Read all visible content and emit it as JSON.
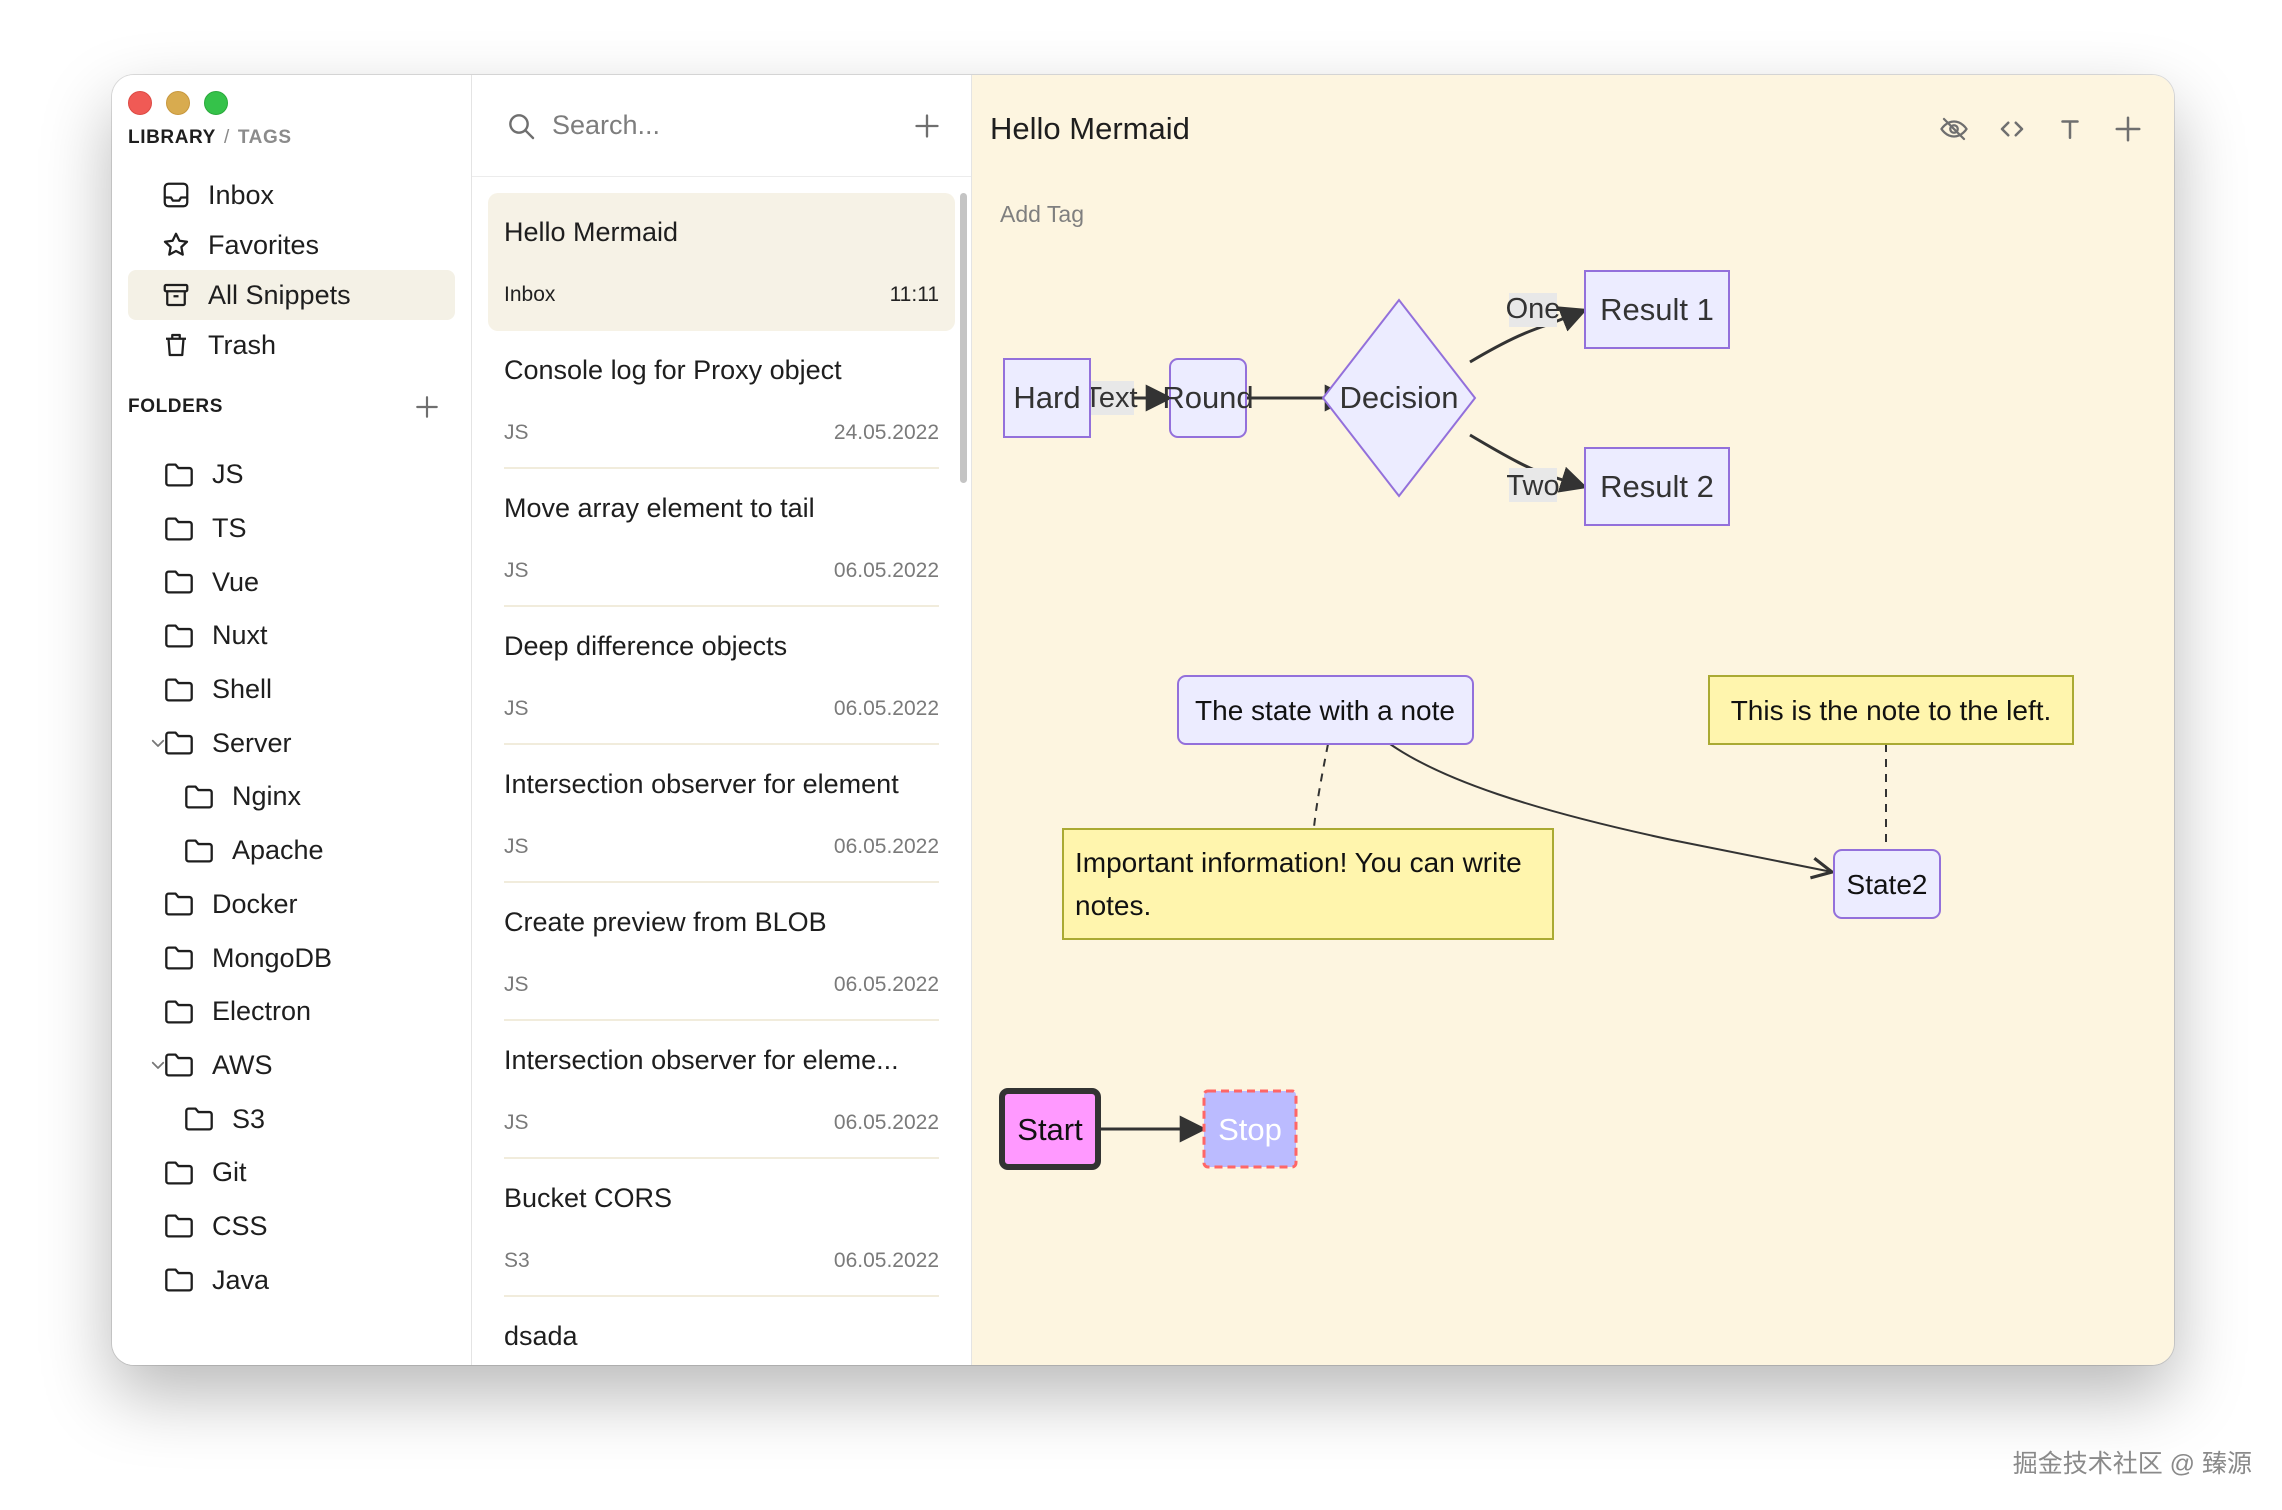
{
  "sidebar": {
    "tabs": {
      "library": "LIBRARY",
      "separator": "/",
      "tags": "TAGS"
    },
    "nav": [
      {
        "label": "Inbox",
        "icon": "inbox-icon"
      },
      {
        "label": "Favorites",
        "icon": "star-icon"
      },
      {
        "label": "All Snippets",
        "icon": "archive-icon",
        "active": true
      },
      {
        "label": "Trash",
        "icon": "trash-icon"
      }
    ],
    "folders_label": "FOLDERS",
    "folders": [
      {
        "label": "JS",
        "level": 0
      },
      {
        "label": "TS",
        "level": 0
      },
      {
        "label": "Vue",
        "level": 0
      },
      {
        "label": "Nuxt",
        "level": 0
      },
      {
        "label": "Shell",
        "level": 0
      },
      {
        "label": "Server",
        "level": 0,
        "expanded": true
      },
      {
        "label": "Nginx",
        "level": 1
      },
      {
        "label": "Apache",
        "level": 1
      },
      {
        "label": "Docker",
        "level": 0
      },
      {
        "label": "MongoDB",
        "level": 0
      },
      {
        "label": "Electron",
        "level": 0
      },
      {
        "label": "AWS",
        "level": 0,
        "expanded": true
      },
      {
        "label": "S3",
        "level": 1
      },
      {
        "label": "Git",
        "level": 0
      },
      {
        "label": "CSS",
        "level": 0
      },
      {
        "label": "Java",
        "level": 0
      }
    ]
  },
  "list": {
    "search_placeholder": "Search...",
    "snippets": [
      {
        "title": "Hello Mermaid",
        "folder": "Inbox",
        "date": "11:11",
        "active": true
      },
      {
        "title": "Console log for Proxy object",
        "folder": "JS",
        "date": "24.05.2022"
      },
      {
        "title": "Move array element to tail",
        "folder": "JS",
        "date": "06.05.2022"
      },
      {
        "title": "Deep difference objects",
        "folder": "JS",
        "date": "06.05.2022"
      },
      {
        "title": "Intersection observer for element",
        "folder": "JS",
        "date": "06.05.2022"
      },
      {
        "title": "Create preview from BLOB",
        "folder": "JS",
        "date": "06.05.2022"
      },
      {
        "title": "Intersection observer for eleme...",
        "folder": "JS",
        "date": "06.05.2022"
      },
      {
        "title": "Bucket CORS",
        "folder": "S3",
        "date": "06.05.2022"
      },
      {
        "title": "dsada",
        "folder": "",
        "date": ""
      }
    ]
  },
  "editor": {
    "title": "Hello Mermaid",
    "add_tag": "Add Tag",
    "tools": [
      "eye-off-icon",
      "code-icon",
      "text-format-icon",
      "plus-icon"
    ]
  },
  "diagram": {
    "flow": {
      "hard": "Hard",
      "text_edge": "Text",
      "round": "Round",
      "decision": "Decision",
      "one_edge": "One",
      "two_edge": "Two",
      "result1": "Result 1",
      "result2": "Result 2"
    },
    "state": {
      "state_note": "The state with a note",
      "important_line1": "Important information! You can write",
      "important_line2": "notes.",
      "left_note": "This is the note to the left.",
      "state2": "State2"
    },
    "styled": {
      "start": "Start",
      "stop": "Stop"
    },
    "colors": {
      "node_fill": "#ECECFF",
      "node_stroke": "#9370DB",
      "note_fill": "#FFF5AD",
      "note_stroke": "#AAAA33",
      "start_fill": "#F9F",
      "stop_fill": "#BBF",
      "stop_stroke": "#F66"
    }
  },
  "watermark": "掘金技术社区 @ 臻源"
}
